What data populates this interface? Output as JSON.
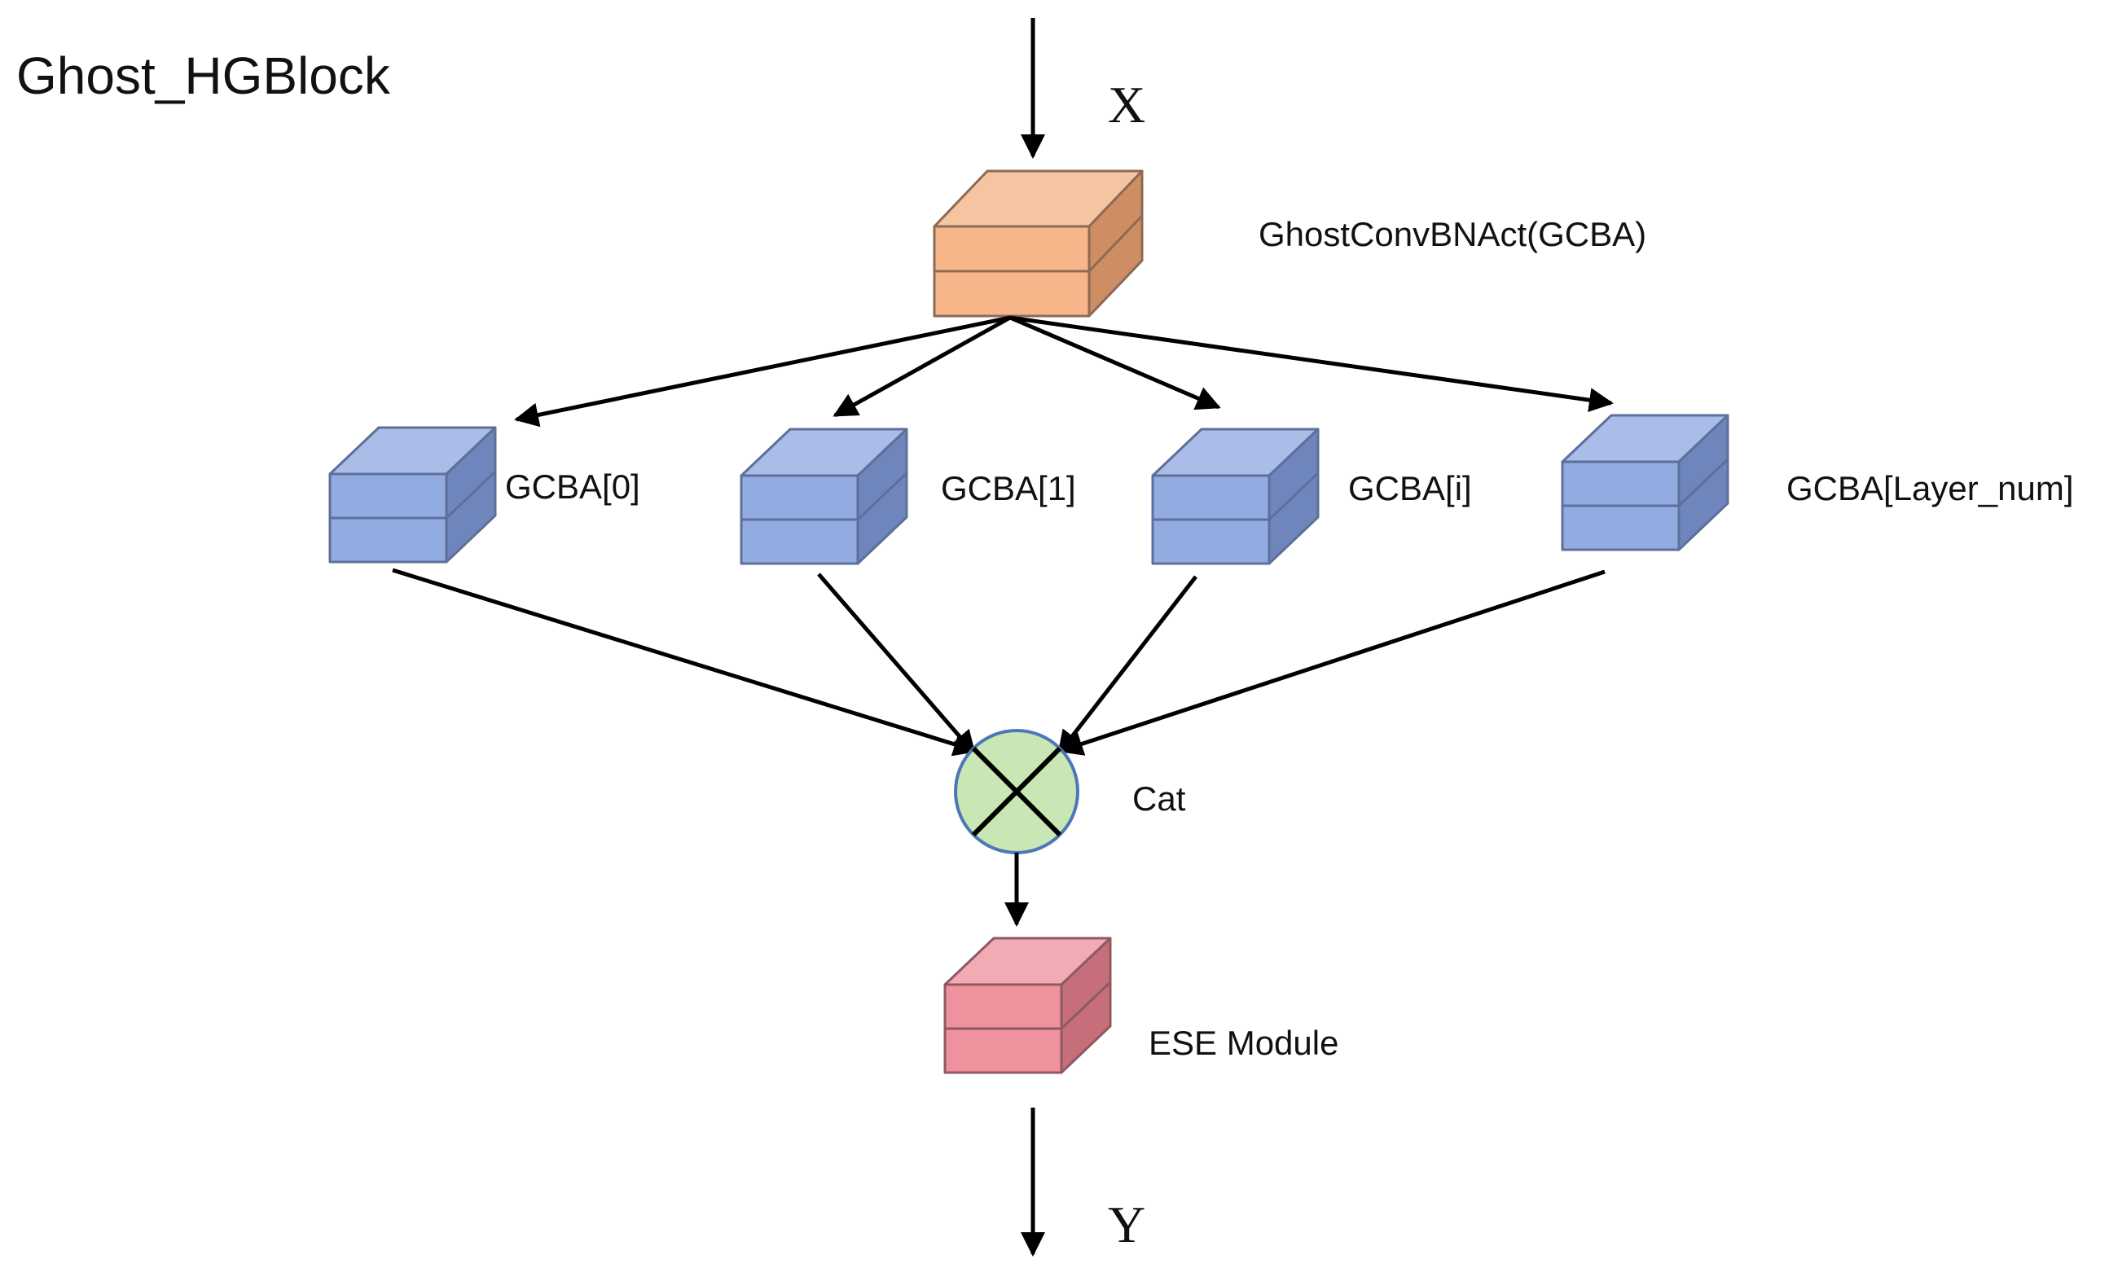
{
  "diagram": {
    "title": "Ghost_HGBlock",
    "input_label": "X",
    "output_label": "Y",
    "nodes": {
      "gcba_main": {
        "label": "GhostConvBNAct(GCBA)"
      },
      "branches": [
        {
          "label": "GCBA[0]"
        },
        {
          "label": "GCBA[1]"
        },
        {
          "label": "GCBA[i]"
        },
        {
          "label": "GCBA[Layer_num]"
        }
      ],
      "cat": {
        "label": "Cat"
      },
      "ese": {
        "label": "ESE Module"
      }
    },
    "colors": {
      "gcba_main": {
        "front": "#F6B68A",
        "top": "#F5C4A0",
        "side": "#CF8D63",
        "stroke": "#8C6A55"
      },
      "branch": {
        "front": "#92ABE0",
        "top": "#A9BDE8",
        "side": "#6F86BC",
        "stroke": "#5E6F9A"
      },
      "ese": {
        "front": "#EE929E",
        "top": "#F2AAB4",
        "side": "#C76E7B",
        "stroke": "#8E5A62"
      },
      "cat": {
        "fill": "#C9E6B5",
        "stroke": "#4A78B8"
      }
    },
    "icons": {
      "cube": "stacked-cube-icon",
      "concat": "circle-cross-icon"
    }
  }
}
